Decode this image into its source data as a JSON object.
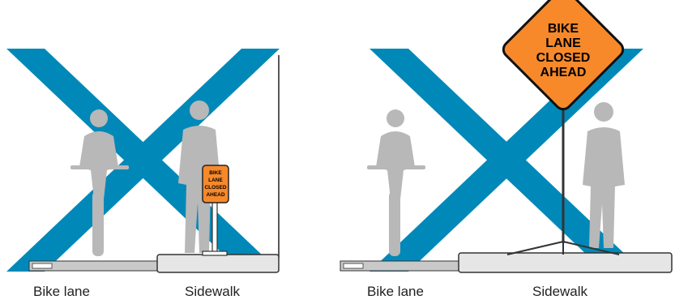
{
  "panels": [
    {
      "sign_lines": [
        "BIKE",
        "LANE",
        "CLOSED",
        "AHEAD"
      ],
      "captions": [
        "Bike lane",
        "Sidewalk"
      ]
    },
    {
      "sign_lines": [
        "BIKE",
        "LANE",
        "CLOSED",
        "AHEAD"
      ],
      "captions": [
        "Bike lane",
        "Sidewalk"
      ]
    }
  ],
  "colors": {
    "x_mark": "#0089b8",
    "sign": "#f7892b",
    "figure": "#b8b8b8",
    "sidewalk": "#e6e6e6"
  },
  "icons": {
    "cross": "x-mark-icon",
    "cyclist": "cyclist-icon",
    "pedestrian": "pedestrian-icon"
  }
}
